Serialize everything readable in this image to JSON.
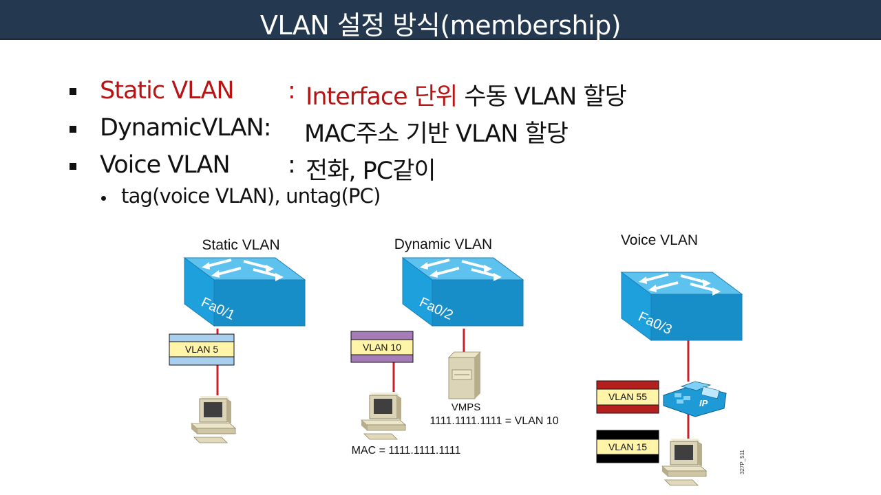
{
  "title": "VLAN 설정 방식(membership)",
  "bullets": [
    {
      "label": "Static VLAN",
      "colon": ":",
      "desc_red": "Interface 단위",
      "desc": "수동 VLAN 할당"
    },
    {
      "label": "DynamicVLAN:",
      "desc": "MAC주소 기반 VLAN 할당"
    },
    {
      "label": "Voice VLAN",
      "colon": ":",
      "desc": "전화, PC같이"
    }
  ],
  "sub_bullet": "tag(voice VLAN), untag(PC)",
  "diagram": {
    "static": {
      "title": "Static VLAN",
      "port": "Fa0/1",
      "vlan_tag": "VLAN 5"
    },
    "dynamic": {
      "title": "Dynamic VLAN",
      "port": "Fa0/2",
      "vlan_tag": "VLAN 10",
      "server_label": "VMPS",
      "server_mapping": "1111.1111.1111 = VLAN 10",
      "mac_label": "MAC = 1111.1111.1111"
    },
    "voice": {
      "title": "Voice VLAN",
      "port": "Fa0/3",
      "voice_tag": "VLAN 55",
      "data_tag": "VLAN 15",
      "phone_label": "IP"
    },
    "figure_id": "327P_511"
  },
  "colors": {
    "title_bar": "#24394f",
    "accent_red": "#b81414",
    "switch_blue": "#1ea0dc",
    "link_red": "#c8202a",
    "tag_blue": "#a9cfee",
    "tag_purple": "#a57cb8",
    "tag_yellow": "#fff4a8",
    "tag_red": "#b3201e",
    "tag_black": "#000000"
  },
  "icons": [
    "switch-icon",
    "arrow-icon",
    "pc-icon",
    "server-icon",
    "ip-phone-icon"
  ]
}
